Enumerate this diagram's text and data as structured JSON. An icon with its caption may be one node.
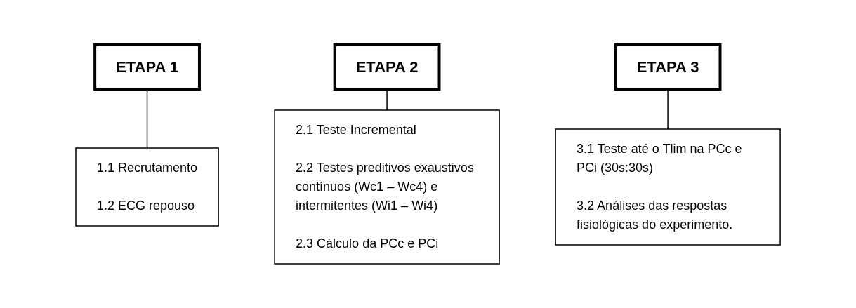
{
  "diagram": {
    "nodes": [
      {
        "text": [
          "ETAPA 1"
        ]
      },
      {
        "text": [
          "1.1 Recrutamento",
          "1.2 ECG repouso"
        ]
      },
      {
        "text": [
          "ETAPA 2"
        ]
      },
      {
        "text": [
          "2.1 Teste Incremental",
          "2.2 Testes preditivos exaustivos contínuos (Wc1 – Wc4) e intermitentes (Wi1 – Wi4)",
          "2.3 Cálculo da PCc e PCi"
        ]
      },
      {
        "text": [
          "ETAPA 3"
        ]
      },
      {
        "text": [
          "3.1 Teste até o Tlim na PCc e PCi (30s:30s)",
          "3.2 Análises das respostas fisiológicas do experimento."
        ]
      }
    ],
    "edges": [
      {
        "from": 0,
        "to": 1,
        "arrow": "none"
      },
      {
        "from": 2,
        "to": 3,
        "arrow": "none"
      },
      {
        "from": 4,
        "to": 5,
        "arrow": "none"
      }
    ]
  }
}
